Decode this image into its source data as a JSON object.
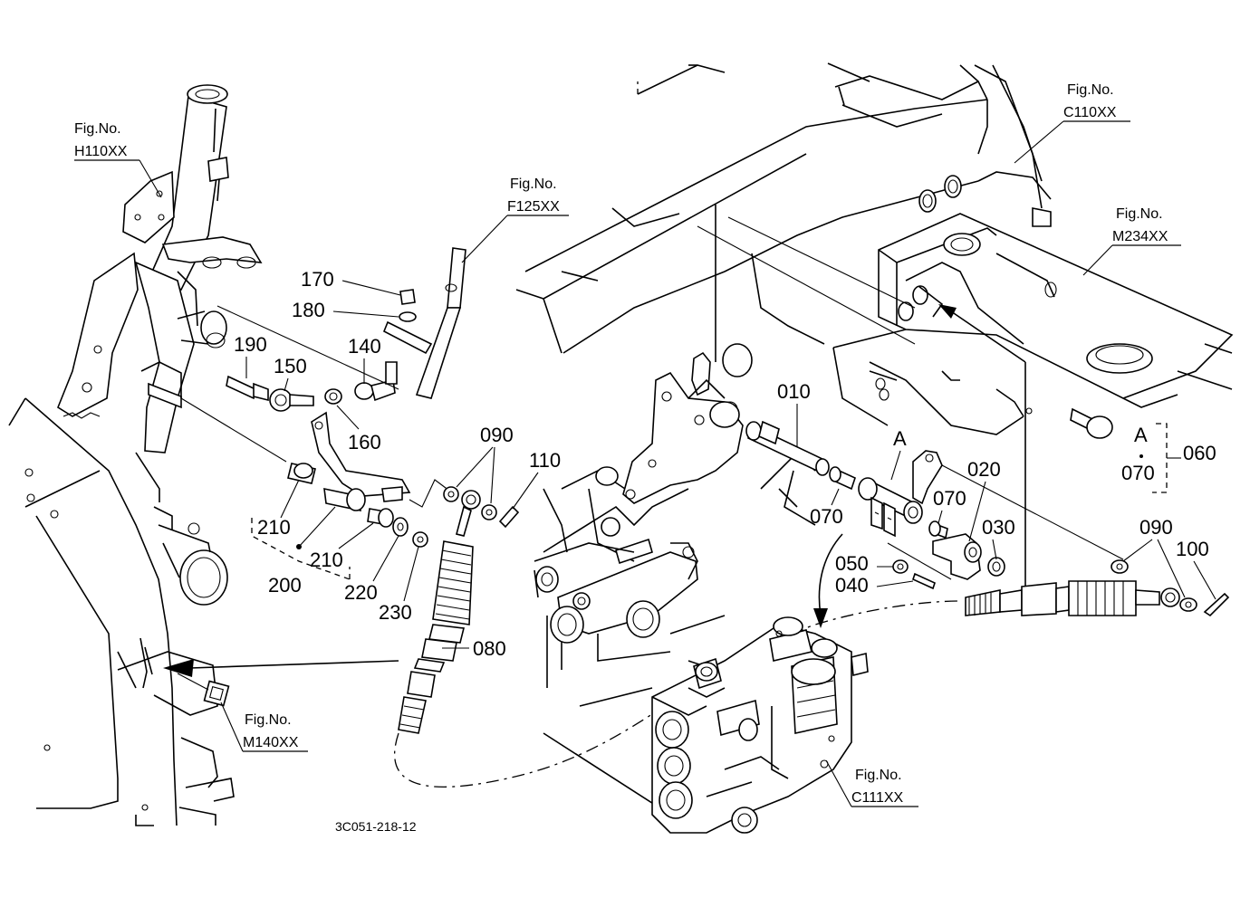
{
  "diagram_code": "3C051-218-12",
  "fig_refs": [
    {
      "id": "h110",
      "label": "Fig.No.",
      "code": "H110XX"
    },
    {
      "id": "f125",
      "label": "Fig.No.",
      "code": "F125XX"
    },
    {
      "id": "c110",
      "label": "Fig.No.",
      "code": "C110XX"
    },
    {
      "id": "m234",
      "label": "Fig.No.",
      "code": "M234XX"
    },
    {
      "id": "m140",
      "label": "Fig.No.",
      "code": "M140XX"
    },
    {
      "id": "c111",
      "label": "Fig.No.",
      "code": "C111XX"
    }
  ],
  "part_labels": {
    "p010": "010",
    "p020": "020",
    "p030": "030",
    "p040": "040",
    "p050": "050",
    "p060": "060",
    "p070a": "070",
    "p070b": "070",
    "p070c": "070",
    "p080": "080",
    "p090a": "090",
    "p090b": "090",
    "p100": "100",
    "p110": "110",
    "p140": "140",
    "p150": "150",
    "p160": "160",
    "p170": "170",
    "p180": "180",
    "p190": "190",
    "p200": "200",
    "p210a": "210",
    "p210b": "210",
    "p220": "220",
    "p230": "230"
  },
  "callouts": {
    "a1": "A",
    "a2": "A"
  }
}
